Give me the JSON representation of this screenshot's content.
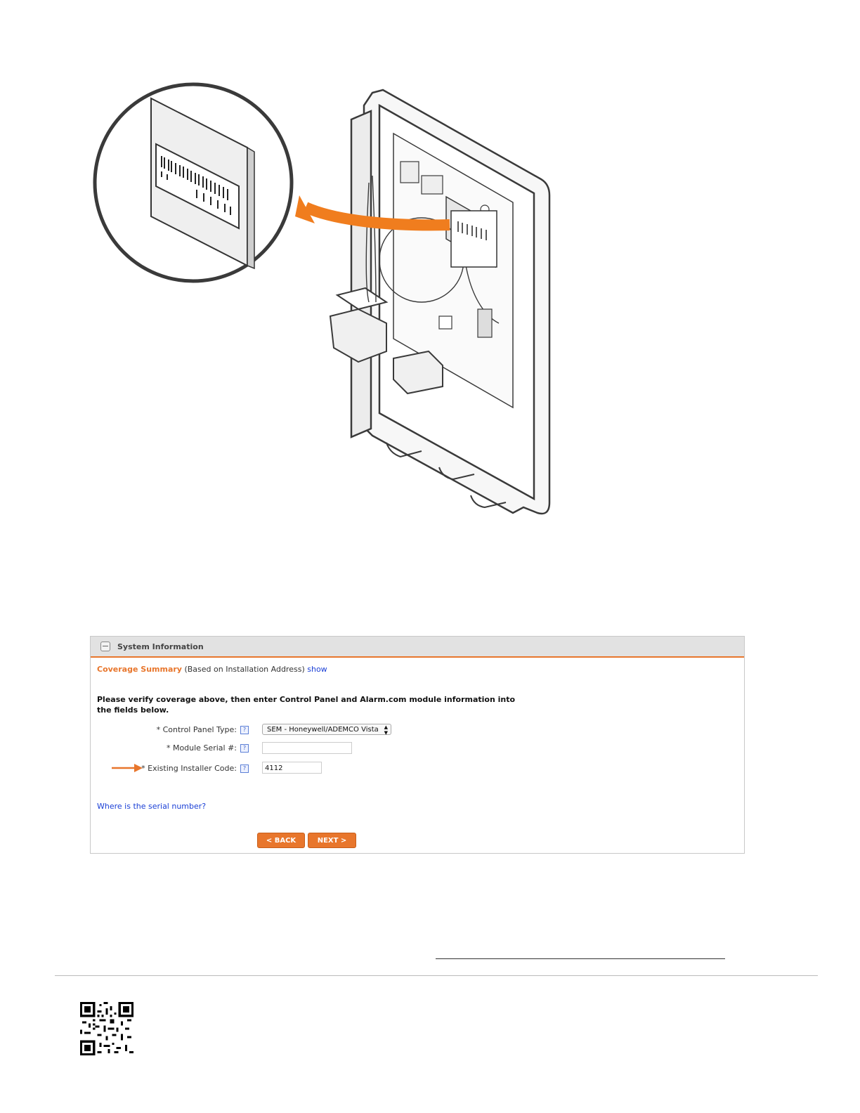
{
  "form": {
    "section_title": "System Information",
    "coverage_title": "Coverage Summary",
    "coverage_note": " (Based on Installation Address) ",
    "coverage_link": "show",
    "instruction": "Please verify coverage above, then enter Control Panel and Alarm.com module information into the fields below.",
    "fields": {
      "panel_type_label": "* Control Panel Type:",
      "panel_type_value": "SEM - Honeywell/ADEMCO Vista",
      "serial_label": "* Module Serial #:",
      "serial_value": "",
      "installer_label": "* Existing Installer Code:",
      "installer_value": "4112"
    },
    "help_glyph": "?",
    "serial_link": "Where is the serial number?",
    "back_label": "< BACK",
    "next_label": "NEXT >"
  },
  "colors": {
    "accent": "#e8762c",
    "link": "#1a3fd6",
    "header_bg": "#e2e2e2"
  },
  "icons": [
    "barcode-icon",
    "help-icon",
    "collapse-icon",
    "arrow-right-icon",
    "qr-code"
  ]
}
